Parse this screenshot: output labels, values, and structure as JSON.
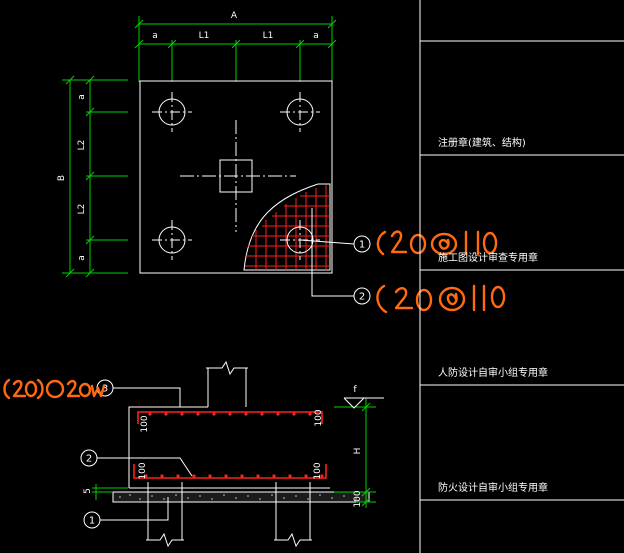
{
  "plan": {
    "dim_top_total": "A",
    "dim_top_segments": [
      "a",
      "L1",
      "L1",
      "a"
    ],
    "dim_left_total": "B",
    "dim_left_segments": [
      "a",
      "L2",
      "L2",
      "a"
    ]
  },
  "callouts": {
    "one": "1",
    "two": "2",
    "three": "3"
  },
  "section": {
    "label_f": "f",
    "label_H": "H",
    "label_100_top_left": "100",
    "label_100_top_right": "100",
    "label_100_bot_left": "100",
    "label_100_bot_right": "100",
    "label_100_base": "100",
    "label_5": "5"
  },
  "stamp_table": {
    "rows": [
      "注册章(建筑、结构)",
      "施工图设计审查专用章",
      "人防设计自审小组专用章",
      "防火设计自审小组专用章"
    ]
  },
  "colors": {
    "dimension": "#00d000",
    "outline": "#ffffff",
    "rebar": "#ff2020",
    "annotation": "#ff6a10"
  }
}
